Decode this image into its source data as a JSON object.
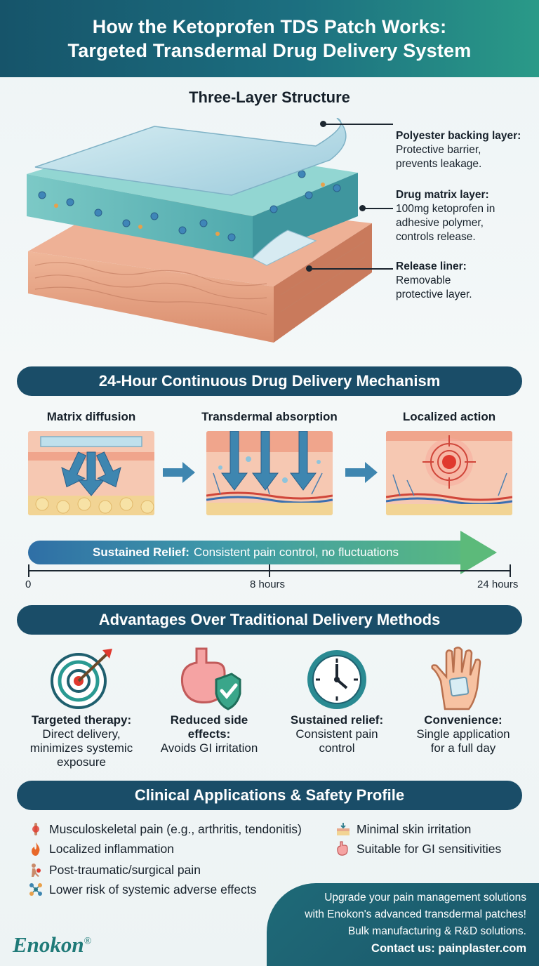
{
  "header": {
    "line1": "How the Ketoprofen TDS Patch Works:",
    "line2": "Targeted Transdermal Drug Delivery System"
  },
  "structure": {
    "title": "Three-Layer Structure",
    "callouts": [
      {
        "title": "Polyester backing layer:",
        "line1": "Protective barrier,",
        "line2": "prevents leakage.",
        "line3": ""
      },
      {
        "title": "Drug matrix layer:",
        "line1": "100mg ketoprofen in",
        "line2": "adhesive polymer,",
        "line3": "controls release."
      },
      {
        "title": "Release liner:",
        "line1": "Removable",
        "line2": "protective layer.",
        "line3": ""
      }
    ]
  },
  "mechanism": {
    "title": "24-Hour Continuous Drug Delivery Mechanism",
    "steps": [
      "Matrix diffusion",
      "Transdermal absorption",
      "Localized action"
    ],
    "relief_bold": "Sustained Relief:",
    "relief_text": "Consistent pain control, no fluctuations",
    "timeline": [
      "0",
      "8 hours",
      "24 hours"
    ]
  },
  "advantages": {
    "title": "Advantages Over Traditional Delivery Methods",
    "items": [
      {
        "title": "Targeted therapy:",
        "line1": "Direct delivery,",
        "line2": "minimizes systemic",
        "line3": "exposure",
        "icon": "target-icon"
      },
      {
        "title": "Reduced side",
        "line1": "effects:",
        "line2": "Avoids GI irritation",
        "line3": "",
        "icon": "stomach-shield-icon"
      },
      {
        "title": "Sustained relief:",
        "line1": "Consistent pain",
        "line2": "control",
        "line3": "",
        "icon": "clock-icon"
      },
      {
        "title": "Convenience:",
        "line1": "Single application",
        "line2": "for a full day",
        "line3": "",
        "icon": "hand-patch-icon"
      }
    ]
  },
  "clinical": {
    "title": "Clinical Applications & Safety Profile",
    "left": [
      {
        "text": "Musculoskeletal pain (e.g., arthritis, tendonitis)",
        "icon": "joint-icon"
      },
      {
        "text": "Localized inflammation",
        "icon": "flame-icon"
      },
      {
        "text": "Post-traumatic/surgical pain",
        "icon": "injury-icon"
      },
      {
        "text": "Lower risk of systemic adverse effects",
        "icon": "molecule-icon"
      }
    ],
    "right": [
      {
        "text": "Minimal skin irritation",
        "icon": "skin-icon"
      },
      {
        "text": "Suitable for GI sensitivities",
        "icon": "stomach-icon"
      }
    ]
  },
  "cta": {
    "line1": "Upgrade your pain management solutions",
    "line2": "with Enokon's advanced transdermal patches!",
    "line3": "Bulk manufacturing & R&D solutions.",
    "line4": "Contact us: painplaster.com"
  },
  "brand": {
    "name": "Enokon",
    "mark": "®"
  },
  "colors": {
    "header": "#1a5f74",
    "pill": "#1a4d68",
    "accent_green": "#5cba7a",
    "skin": "#e8a98c",
    "matrix": "#5fb8b8"
  }
}
